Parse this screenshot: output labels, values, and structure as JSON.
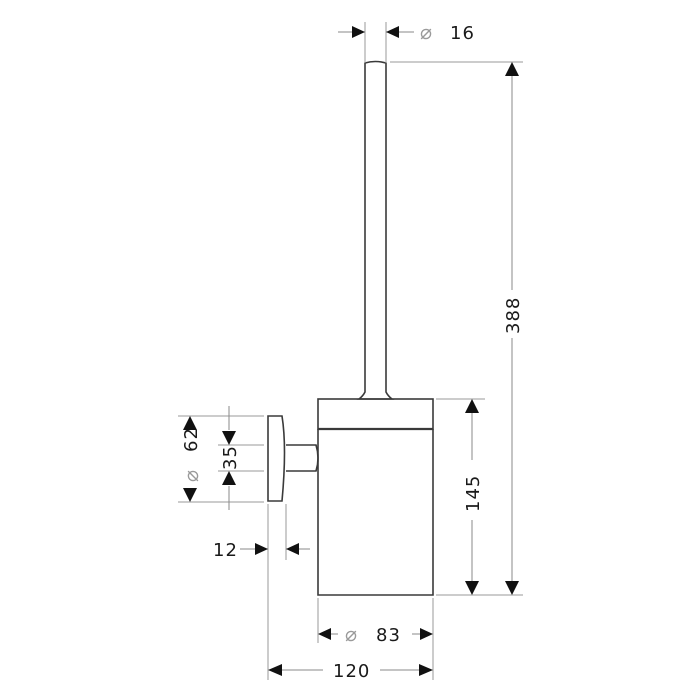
{
  "drawing": {
    "subject": "Toilet brush holder technical dimension drawing",
    "units": "mm",
    "colors": {
      "object_line": "#3a3a3a",
      "dimension_line": "#8a8a8a",
      "arrow": "#111111",
      "text": "#1a1a1a",
      "diameter_symbol": "#9a9a9a"
    },
    "dimensions": {
      "handle_diameter": {
        "symbol": "⌀",
        "value": "16"
      },
      "overall_height": {
        "value": "388"
      },
      "container_height": {
        "value": "145"
      },
      "rosette_diameter": {
        "symbol": "⌀",
        "value": "62"
      },
      "arm_height": {
        "value": "35"
      },
      "rosette_depth": {
        "value": "12"
      },
      "container_diameter": {
        "symbol": "⌀",
        "value": "83"
      },
      "overall_depth": {
        "value": "120"
      }
    }
  }
}
